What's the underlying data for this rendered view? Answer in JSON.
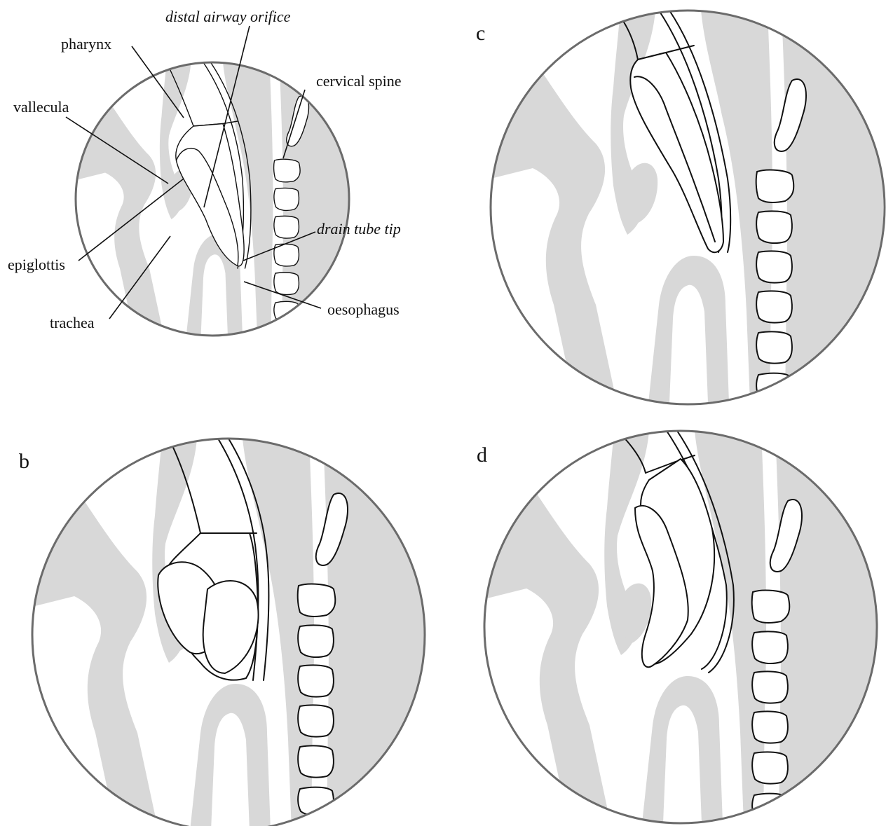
{
  "labels": {
    "distal_airway_orifice": "distal airway orifice",
    "pharynx": "pharynx",
    "cervical_spine": "cervical spine",
    "vallecula": "vallecula",
    "drain_tube_tip": "drain tube tip",
    "epiglottis": "epiglottis",
    "oesophagus": "oesophagus",
    "trachea": "trachea"
  },
  "panels": {
    "b": "b",
    "c": "c",
    "d": "d"
  },
  "colors": {
    "tissue": "#d8d8d8",
    "circle_ring": "#6b6b6b",
    "ink": "#111111"
  }
}
